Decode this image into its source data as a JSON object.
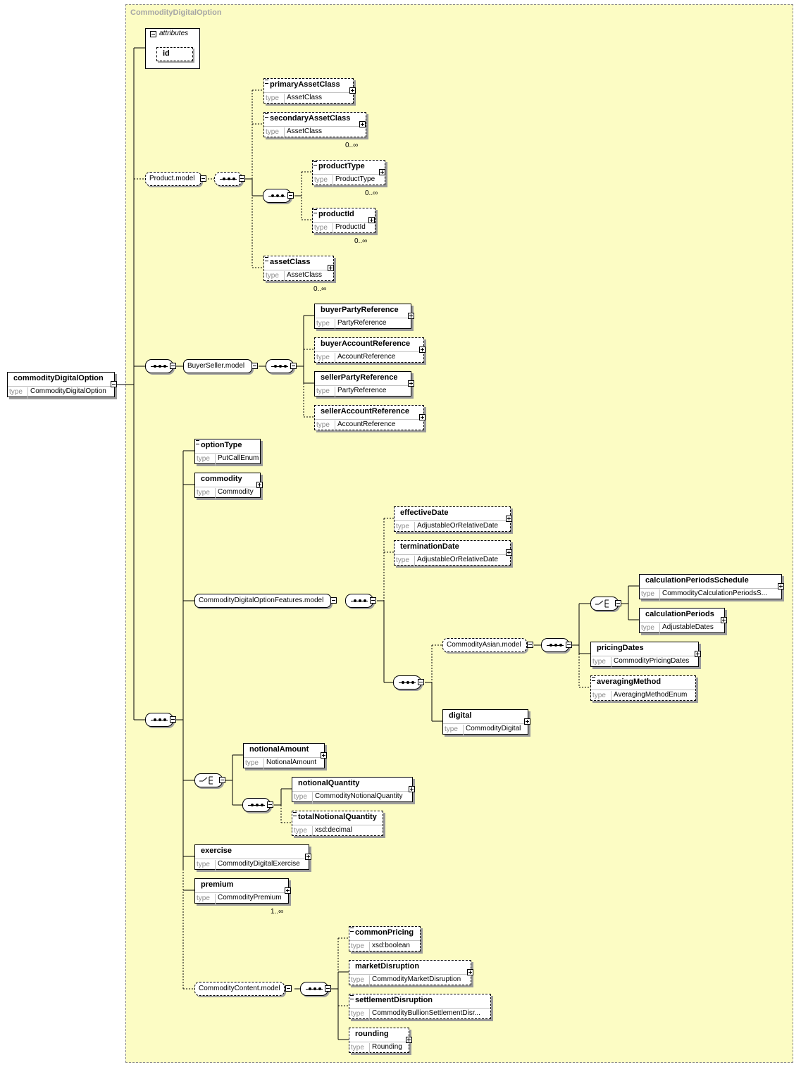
{
  "diagram_title": "CommodityDigitalOption",
  "root": {
    "name": "commodityDigitalOption",
    "type_key": "type",
    "type": "CommodityDigitalOption"
  },
  "attributes": {
    "label": "attributes",
    "items": [
      "id"
    ]
  },
  "groups": {
    "product_model": "Product.model",
    "buyer_seller_model": "BuyerSeller.model",
    "features_model": "CommodityDigitalOptionFeatures.model",
    "asian_model": "CommodityAsian.model",
    "content_model": "CommodityContent.model"
  },
  "elements": [
    {
      "id": "primaryAssetClass",
      "name": "primaryAssetClass",
      "type": "AssetClass"
    },
    {
      "id": "secondaryAssetClass",
      "name": "secondaryAssetClass",
      "type": "AssetClass",
      "occurs": "0..∞"
    },
    {
      "id": "productType",
      "name": "productType",
      "type": "ProductType",
      "occurs": "0..∞"
    },
    {
      "id": "productId",
      "name": "productId",
      "type": "ProductId",
      "occurs": "0..∞"
    },
    {
      "id": "assetClass",
      "name": "assetClass",
      "type": "AssetClass",
      "occurs": "0..∞"
    },
    {
      "id": "buyerPartyReference",
      "name": "buyerPartyReference",
      "type": "PartyReference"
    },
    {
      "id": "buyerAccountReference",
      "name": "buyerAccountReference",
      "type": "AccountReference"
    },
    {
      "id": "sellerPartyReference",
      "name": "sellerPartyReference",
      "type": "PartyReference"
    },
    {
      "id": "sellerAccountReference",
      "name": "sellerAccountReference",
      "type": "AccountReference"
    },
    {
      "id": "optionType",
      "name": "optionType",
      "type": "PutCallEnum"
    },
    {
      "id": "commodity",
      "name": "commodity",
      "type": "Commodity"
    },
    {
      "id": "effectiveDate",
      "name": "effectiveDate",
      "type": "AdjustableOrRelativeDate"
    },
    {
      "id": "terminationDate",
      "name": "terminationDate",
      "type": "AdjustableOrRelativeDate"
    },
    {
      "id": "calculationPeriodsSchedule",
      "name": "calculationPeriodsSchedule",
      "type": "CommodityCalculationPeriodsS..."
    },
    {
      "id": "calculationPeriods",
      "name": "calculationPeriods",
      "type": "AdjustableDates"
    },
    {
      "id": "pricingDates",
      "name": "pricingDates",
      "type": "CommodityPricingDates"
    },
    {
      "id": "averagingMethod",
      "name": "averagingMethod",
      "type": "AveragingMethodEnum"
    },
    {
      "id": "digital",
      "name": "digital",
      "type": "CommodityDigital"
    },
    {
      "id": "notionalAmount",
      "name": "notionalAmount",
      "type": "NotionalAmount"
    },
    {
      "id": "notionalQuantity",
      "name": "notionalQuantity",
      "type": "CommodityNotionalQuantity"
    },
    {
      "id": "totalNotionalQuantity",
      "name": "totalNotionalQuantity",
      "type": "xsd:decimal"
    },
    {
      "id": "exercise",
      "name": "exercise",
      "type": "CommodityDigitalExercise"
    },
    {
      "id": "premium",
      "name": "premium",
      "type": "CommodityPremium",
      "occurs": "1..∞"
    },
    {
      "id": "commonPricing",
      "name": "commonPricing",
      "type": "xsd:boolean"
    },
    {
      "id": "marketDisruption",
      "name": "marketDisruption",
      "type": "CommodityMarketDisruption"
    },
    {
      "id": "settlementDisruption",
      "name": "settlementDisruption",
      "type": "CommodityBullionSettlementDisr..."
    },
    {
      "id": "rounding",
      "name": "rounding",
      "type": "Rounding"
    }
  ]
}
